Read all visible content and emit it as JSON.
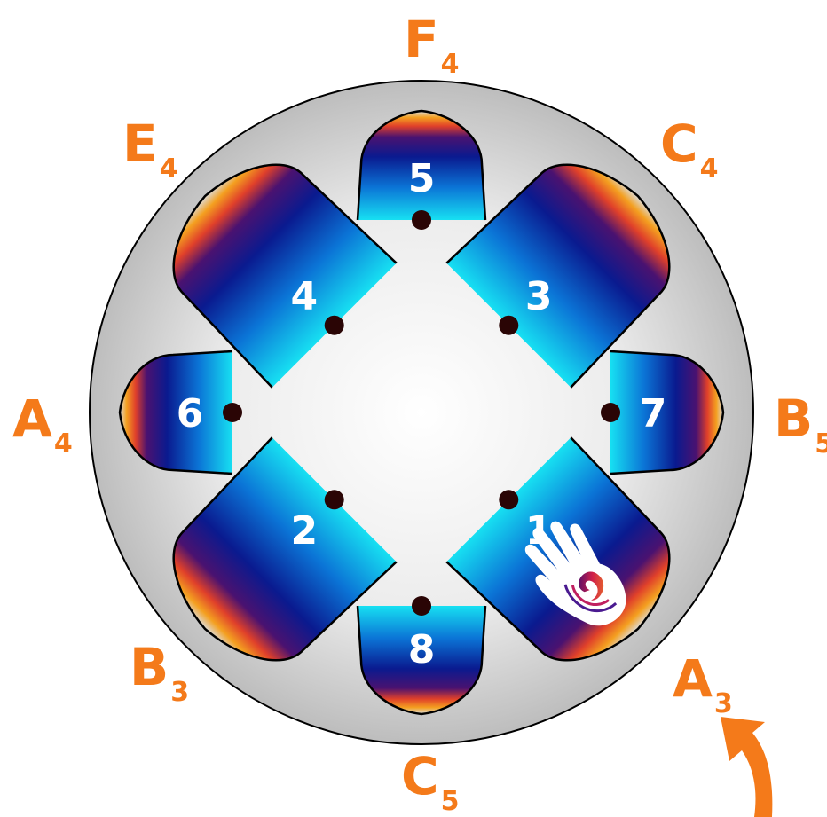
{
  "diagram": {
    "colors": {
      "note_label": "#f47a1a",
      "drum_center": "#ffffff",
      "drum_edge": "#bdbdbd",
      "tone_field_light": "#17e0f2",
      "tone_field_dark": "#0a1a8f",
      "rim_fire": "#f4a020",
      "node": "#2a0505",
      "outline": "#000000"
    },
    "notes": [
      {
        "id": "1",
        "letter": "A",
        "octave": "3"
      },
      {
        "id": "2",
        "letter": "B",
        "octave": "3"
      },
      {
        "id": "3",
        "letter": "C",
        "octave": "4"
      },
      {
        "id": "4",
        "letter": "E",
        "octave": "4"
      },
      {
        "id": "5",
        "letter": "F",
        "octave": "4"
      },
      {
        "id": "6",
        "letter": "A",
        "octave": "4"
      },
      {
        "id": "7",
        "letter": "B",
        "octave": "5"
      },
      {
        "id": "8",
        "letter": "C",
        "octave": "5"
      }
    ],
    "icons": [
      "hand-icon",
      "curved-arrow-icon"
    ]
  }
}
